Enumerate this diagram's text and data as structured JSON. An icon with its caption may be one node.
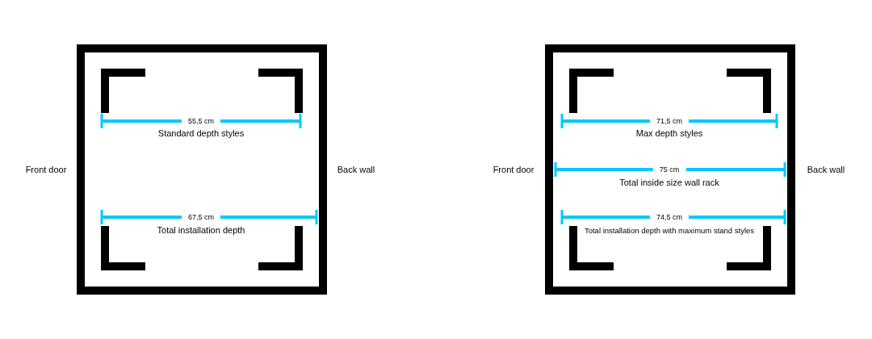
{
  "diagram": {
    "labels": [
      "55,5 cm",
      "Standard depth styles",
      "Front door",
      "Back wall",
      "67,5 cm",
      "Total installation depth",
      "71,5 cm",
      "Max depth styles",
      "Front door",
      "75 cm",
      "Back wall",
      "Total inside size wall rack",
      "74,5 cm",
      "Total installation depth with maximum stand styles"
    ]
  }
}
